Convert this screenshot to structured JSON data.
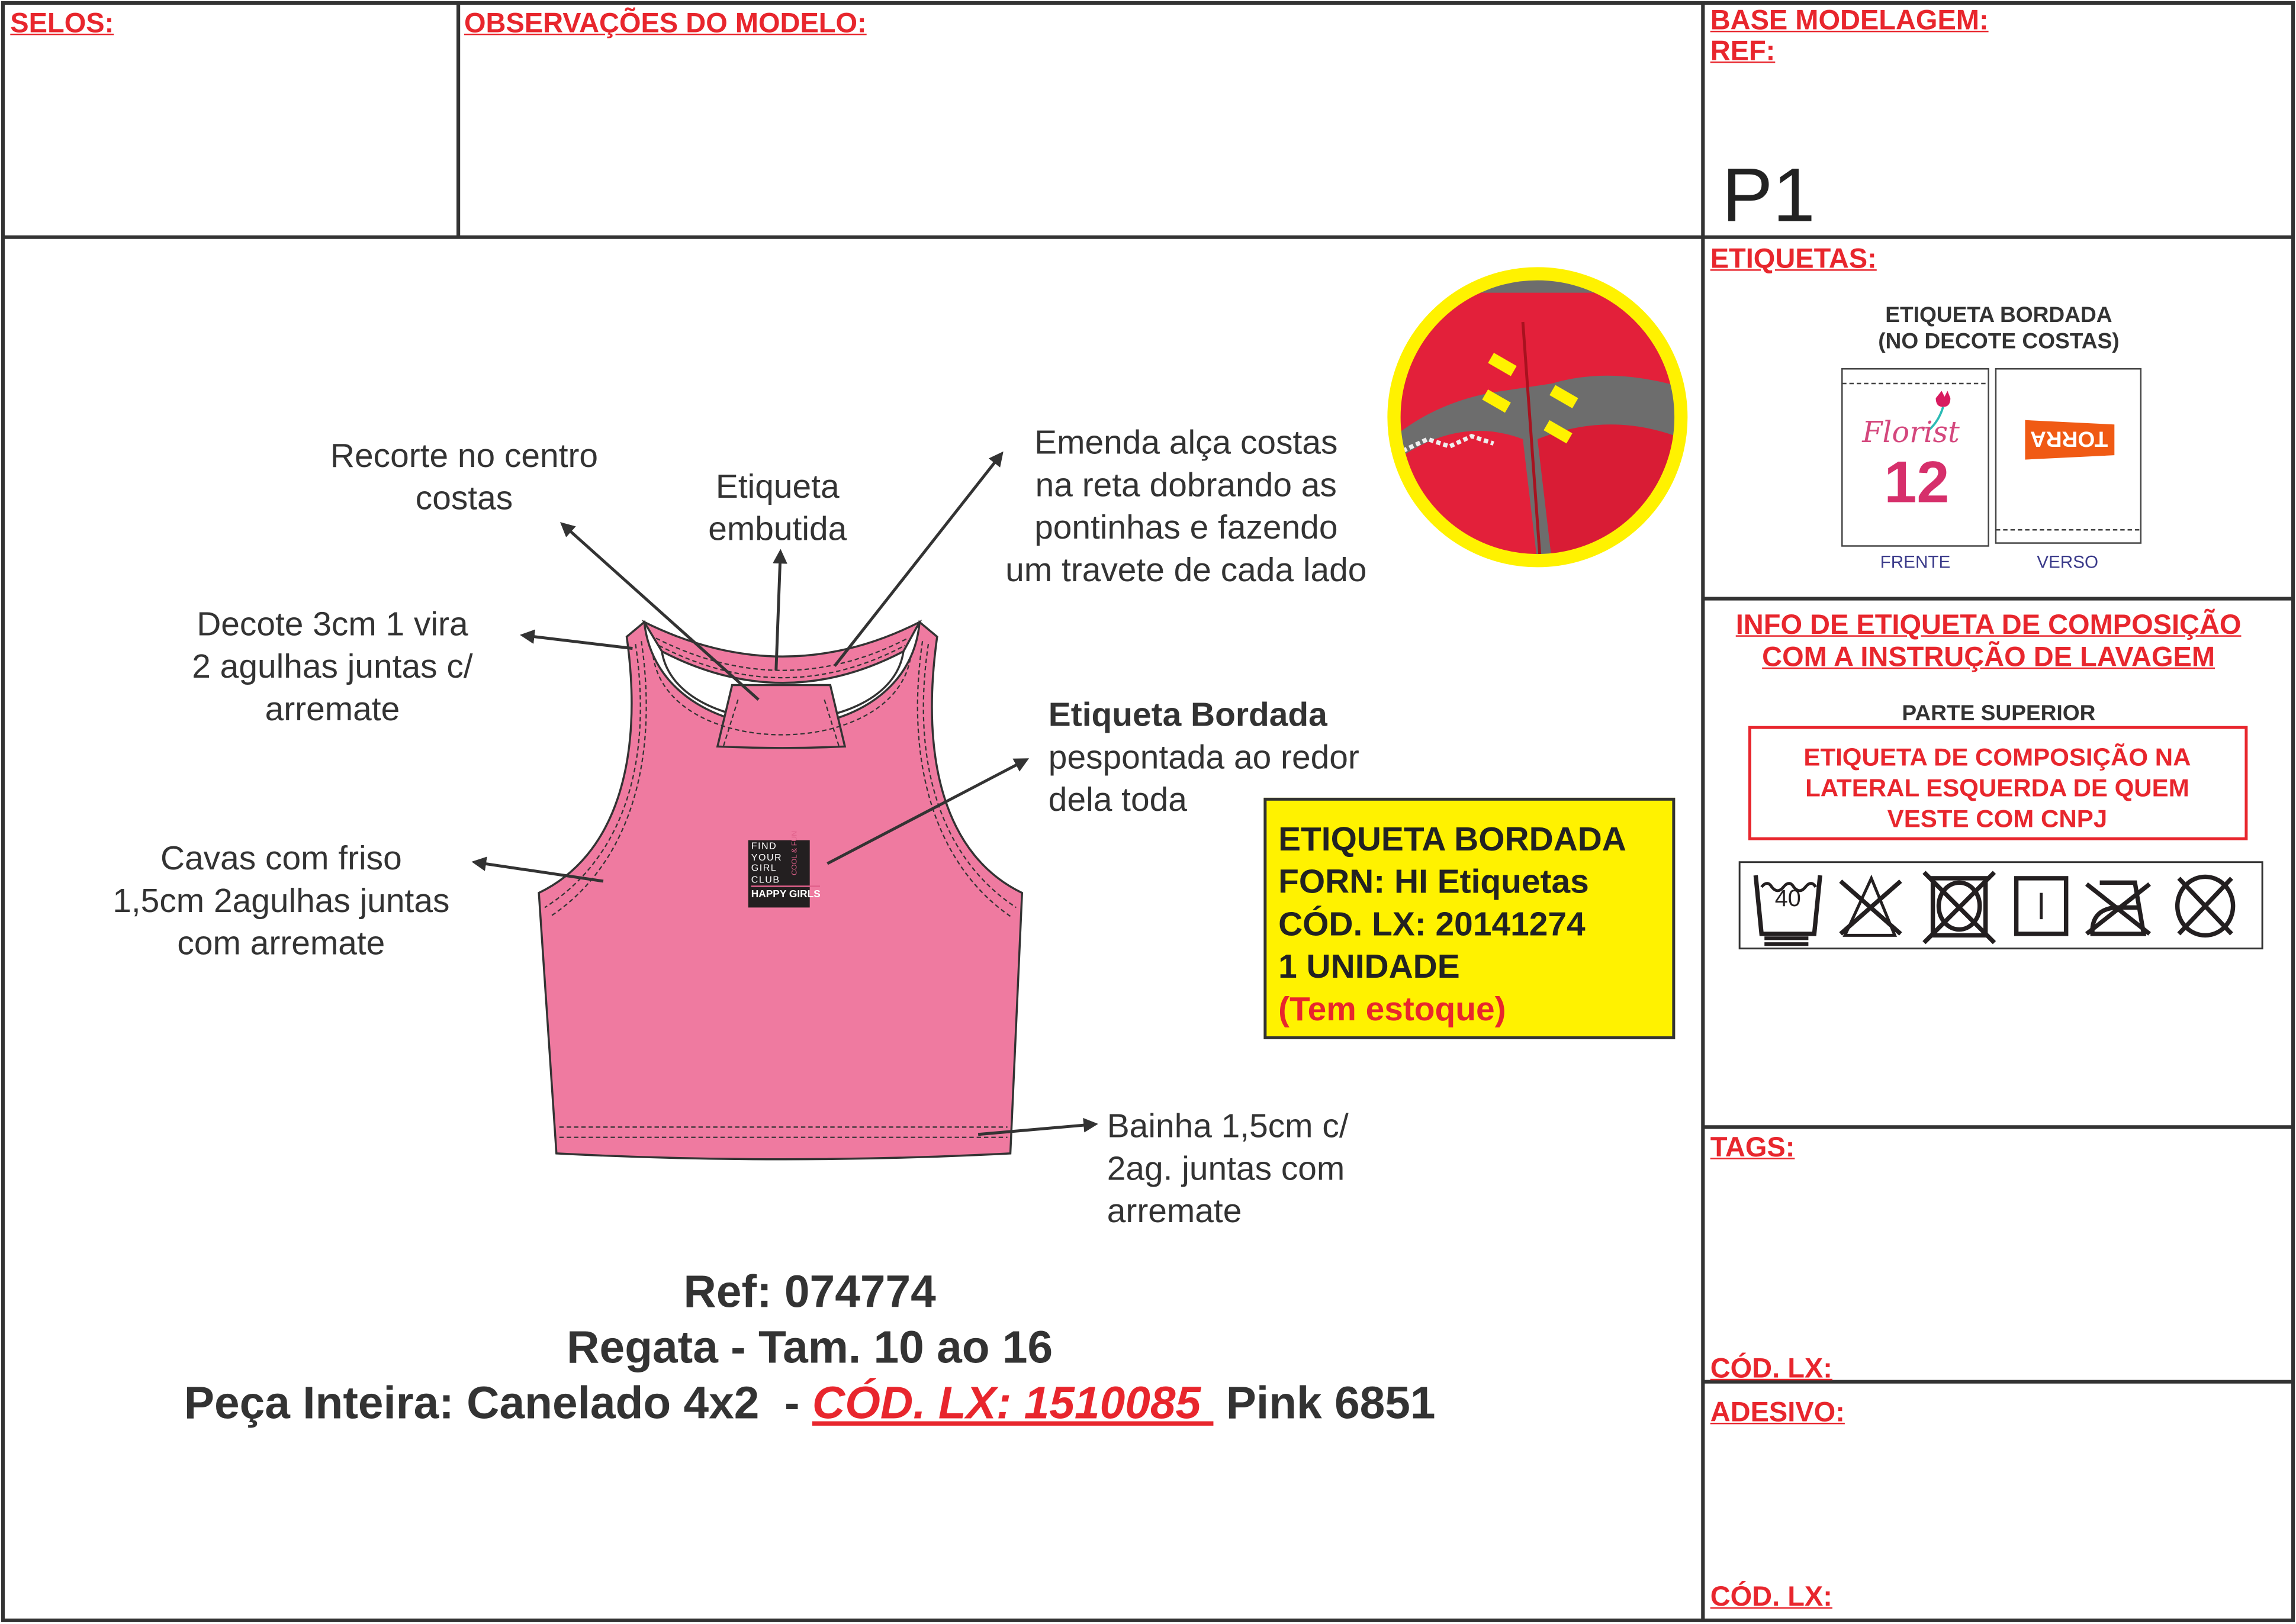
{
  "header": {
    "selos_label": "SELOS:",
    "observacoes_label": "OBSERVAÇÕES DO MODELO:",
    "base_modelagem_label": "BASE MODELAGEM:",
    "ref_label": "REF:",
    "size_code": "P1"
  },
  "etiquetas": {
    "label": "ETIQUETAS:",
    "title_line1": "ETIQUETA BORDADA",
    "title_line2": "(NO DECOTE COSTAS)",
    "front_brand": "Florist",
    "front_size": "12",
    "back_brand": "TORRA",
    "front_caption": "FRENTE",
    "back_caption": "VERSO"
  },
  "composicao": {
    "title_line1": "INFO DE ETIQUETA DE COMPOSIÇÃO",
    "title_line2": "COM A INSTRUÇÃO DE LAVAGEM",
    "subtitle": "PARTE SUPERIOR",
    "box_lines": [
      "ETIQUETA DE COMPOSIÇÃO NA",
      "LATERAL ESQUERDA DE QUEM",
      "VESTE COM CNPJ"
    ],
    "wash_temp": "40",
    "wash_icons": [
      "wash-40-gentle-icon",
      "no-bleach-icon",
      "no-tumble-dry-icon",
      "line-dry-icon",
      "no-iron-icon",
      "no-dry-clean-icon"
    ]
  },
  "tags": {
    "label": "TAGS:",
    "cod_label": "CÓD. LX:"
  },
  "adesivo": {
    "label": "ADESIVO:",
    "cod_label": "CÓD. LX:"
  },
  "notes": {
    "recorte": [
      "Recorte no centro",
      "costas"
    ],
    "etiqueta_embutida": [
      "Etiqueta",
      "embutida"
    ],
    "emenda": [
      "Emenda alça costas",
      "na reta dobrando as",
      "pontinhas e fazendo",
      "um travete de cada lado"
    ],
    "decote": [
      "Decote 3cm 1 vira",
      "2 agulhas juntas c/",
      "arremate"
    ],
    "etiqueta_bordada_title": "Etiqueta Bordada",
    "etiqueta_bordada": [
      "pespontada ao redor",
      "dela toda"
    ],
    "cavas": [
      "Cavas com friso",
      "1,5cm 2agulhas juntas",
      "com arremate"
    ],
    "bainha": [
      "Bainha 1,5cm c/",
      "2ag. juntas com",
      "arremate"
    ]
  },
  "chest_label": {
    "lines": [
      "FIND",
      "YOUR",
      "GIRL",
      "CLUB"
    ],
    "side": "COOL & FUN",
    "bottom": "HAPPY GIRLS"
  },
  "supplier_box": {
    "line1": "ETIQUETA BORDADA",
    "line2": "FORN: HI Etiquetas",
    "line3": "CÓD. LX: 20141274",
    "line4": "1 UNIDADE",
    "stock": "(Tem estoque)"
  },
  "product": {
    "ref": "Ref: 074774",
    "desc": "Regata - Tam. 10 ao 16",
    "fabric_prefix": "Peça Inteira: Canelado 4x2  - ",
    "fabric_code": "CÓD. LX: 1510085 ",
    "fabric_color": " Pink 6851"
  },
  "colors": {
    "accent_red": "#e8262d",
    "garment_pink": "#ef7aa0",
    "highlight_yellow": "#fff200",
    "torra_orange": "#f05a14"
  }
}
